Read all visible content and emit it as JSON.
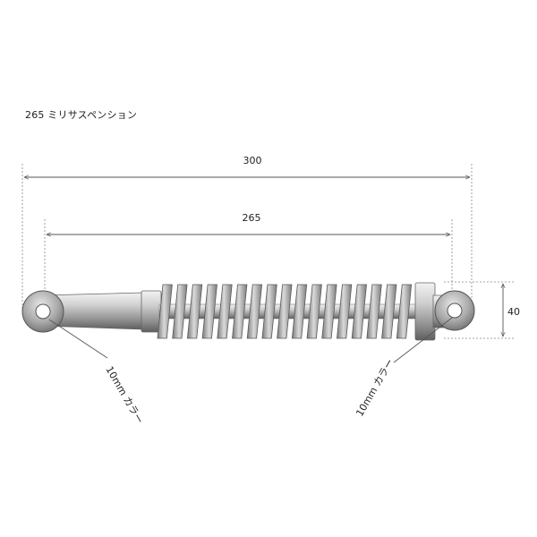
{
  "title": "265 ミリサスペンション",
  "dimensions": {
    "overall_length": "300",
    "eye_to_eye": "265",
    "height": "40"
  },
  "labels": {
    "left_collar": "10mm カラー",
    "right_collar": "10mm カラー"
  }
}
